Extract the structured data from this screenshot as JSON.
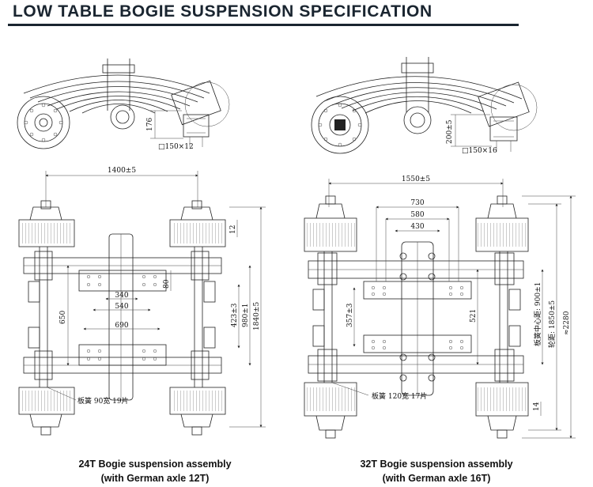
{
  "title": "LOW TABLE BOGIE SUSPENSION SPECIFICATION",
  "left": {
    "caption_line1": "24T Bogie suspension assembly",
    "caption_line2": "(with German axle 12T)",
    "side_height": "176",
    "side_section": "□150×12",
    "track": "1400±5",
    "offset_top": "12",
    "width_80": "80",
    "dim_340": "340",
    "dim_540": "540",
    "dim_690": "690",
    "dim_650": "650",
    "dim_423": "423±3",
    "dim_980": "980±1",
    "dim_1840": "1840±5",
    "spring_note": "板簧 90宽 19片"
  },
  "right": {
    "caption_line1": "32T Bogie suspension assembly",
    "caption_line2": "(with German axle 16T)",
    "side_height": "200±5",
    "side_section": "□150×16",
    "track": "1550±5",
    "dim_730": "730",
    "dim_580": "580",
    "dim_430": "430",
    "dim_357": "357±3",
    "dim_521": "521",
    "dim_900": "板簧中心距: 900±1",
    "dim_1850": "轮距: 1850±5",
    "dim_2280": "≈2280",
    "offset_bottom": "14",
    "spring_note": "板簧 120宽 17片"
  }
}
